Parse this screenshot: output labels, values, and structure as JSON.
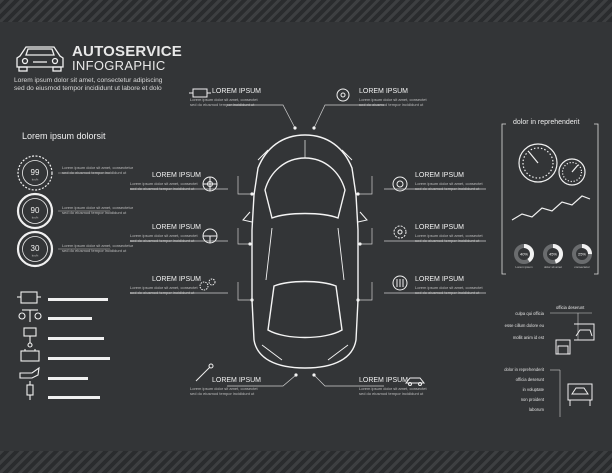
{
  "header": {
    "title": "AUTOSERVICE",
    "subtitle": "INFOGRAPHIC",
    "desc_line1": "Lorem ipsum dolor sit amet, consectetur adipiscing",
    "desc_line2": "sed do eiusmod tempor incididunt ut labore et dolo"
  },
  "left_panel": {
    "title": "Lorem ipsum dolorsit",
    "gauges": [
      {
        "value": "99",
        "unit": "km/h",
        "note1": "Lorem ipsum dolor sit amet, consectetur",
        "note2": "sed do eiusmod tempor incididunt ut"
      },
      {
        "value": "90",
        "unit": "km/h",
        "note1": "Lorem ipsum dolor sit amet, consectetur",
        "note2": "sed do eiusmod tempor incididunt ut"
      },
      {
        "value": "30",
        "unit": "km/h",
        "note1": "Lorem ipsum dolor sit amet, consectetur",
        "note2": "sed do eiusmod tempor incididunt ut"
      }
    ],
    "legend_icons": [
      "engine-icon",
      "suspension-icon",
      "piston-icon",
      "battery-icon",
      "oil-can-icon",
      "spark-plug-icon"
    ]
  },
  "callouts": {
    "title": "LOREM IPSUM",
    "body1": "Lorem ipsum dolor sit amet, consectet",
    "body2": "sed do eiusmod tempor incididunt ut"
  },
  "right_panel": {
    "title": "dolor in reprehenderit",
    "donuts": [
      {
        "label": "40%",
        "caption": "Lorem ipsum",
        "fraction": 0.4
      },
      {
        "label": "45%",
        "caption": "dolor sit amet",
        "fraction": 0.45
      },
      {
        "label": "25%",
        "caption": "consectetur",
        "fraction": 0.25
      }
    ],
    "list_header": "officia deserunt",
    "list_a": [
      "culpa qui officia",
      "esse cillum dolore eu",
      "mollit anim id est"
    ],
    "list_b": [
      "dolor in reprehenderit",
      "officia deserunt",
      "in voluptate",
      "non proident",
      "laborum"
    ]
  },
  "colors": {
    "background": "#333537",
    "line": "#f0f0f0",
    "text": "#e8e8e8"
  }
}
